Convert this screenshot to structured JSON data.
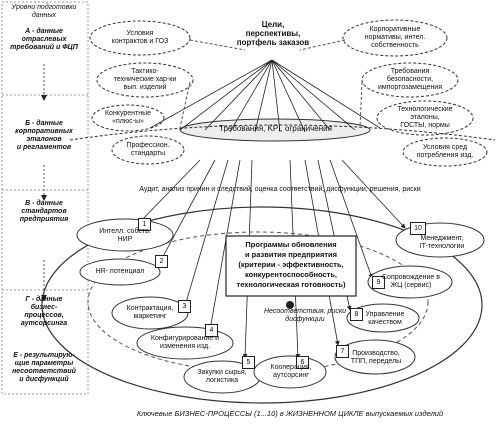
{
  "left_column": {
    "header": "Уровни подготовки\nданных",
    "a_label": "А - данные\nотраслевых\nтребований и ФЦП",
    "b_label": "Б - данные\nкорпоративных\nэталонов\nи регламентов",
    "v_label": "В - данные\nстандартов\nпредприятия",
    "g_label": "Г - данные\nбизнес-\nпроцессов,\nаутсорсинга",
    "e_label": "Е - результирую-\nщие параметры\nнесоответствий\nи дисфункций"
  },
  "top": {
    "goals": "Цели,\nперспективы,\nпортфель заказов"
  },
  "ellipses_left": [
    "Условия\nконтрактов и ГОЗ",
    "Тактико-\nтехнические хар-ки\nвып. изделий",
    "Конкурентные\n«плюс-ы»",
    "Профессион.\nстандарты"
  ],
  "ellipses_right": [
    "Корпоративные\nнормативы, интел.\nсобственность",
    "Требования\nбезопасности,\nимпортозамещения",
    "Технологические\nэталоны,\nГОСТЫ, нормы",
    "Условия сред\nпотребления изд."
  ],
  "requirements": "Требования, KPI, ограничения",
  "audit": "Аудит, анализ причин и следствий, оценка соответствий, дисфункции, решения, риски",
  "center_box": "Программы обновления\nи развития предприятия\n(критерии - эффективность,\nконкурентоспособность,\nтехнологическая готовность)",
  "mismatch": "Несоответствия, риски\nдисфункции",
  "processes": [
    {
      "num": "1",
      "label": "Интелл. собств.\nНИР"
    },
    {
      "num": "2",
      "label": "HR- потенциал"
    },
    {
      "num": "3",
      "label": "Контрактация,\nмаркетинг"
    },
    {
      "num": "4",
      "label": "Конфигурирование и\nизменения изд."
    },
    {
      "num": "5",
      "label": "Закупки сырья,\nлогистика"
    },
    {
      "num": "6",
      "label": "Кооперация,\nаутсорсинг"
    },
    {
      "num": "7",
      "label": "Производство,\nТПП, переделы"
    },
    {
      "num": "8",
      "label": "Управление\nкачеством"
    },
    {
      "num": "9",
      "label": "Сопровождение в\nЖЦ (сервис)"
    },
    {
      "num": "10",
      "label": "Менеджмент,\nIT-технологии"
    }
  ],
  "caption": "Ключевые БИЗНЕС-ПРОЦЕССЫ (1...10) в ЖИЗНЕННОМ ЦИКЛЕ выпускаемых изделий"
}
